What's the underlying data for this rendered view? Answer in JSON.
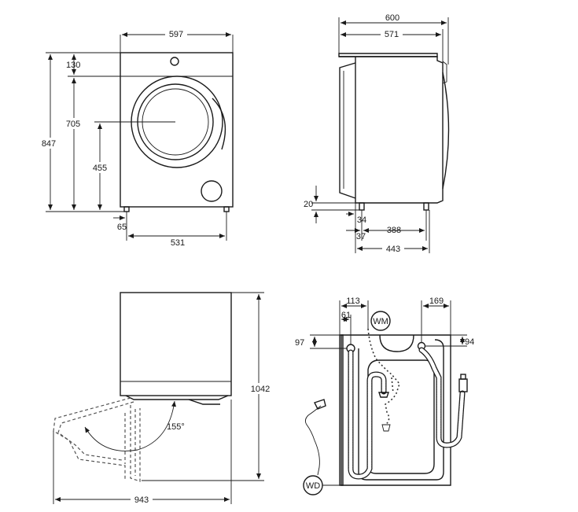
{
  "front_view": {
    "width": "597",
    "top_panel": "130",
    "drum_center_height": "705",
    "total_height": "847",
    "door_center_height": "455",
    "foot_offset": "65",
    "foot_span": "531"
  },
  "side_view": {
    "depth_total": "600",
    "depth_body": "571",
    "foot_height": "20",
    "front_foot_offset": "34",
    "back_foot_offset": "37",
    "foot_span": "388",
    "base_depth": "443"
  },
  "door_view": {
    "total_height": "1042",
    "total_depth": "943",
    "door_angle": "155°"
  },
  "back_view": {
    "inlet_offset": "113",
    "inlet_inner_offset": "61",
    "outlet_offset": "169",
    "inlet_top": "97",
    "outlet_top": "94",
    "wm_label": "WM",
    "wd_label": "WD"
  }
}
